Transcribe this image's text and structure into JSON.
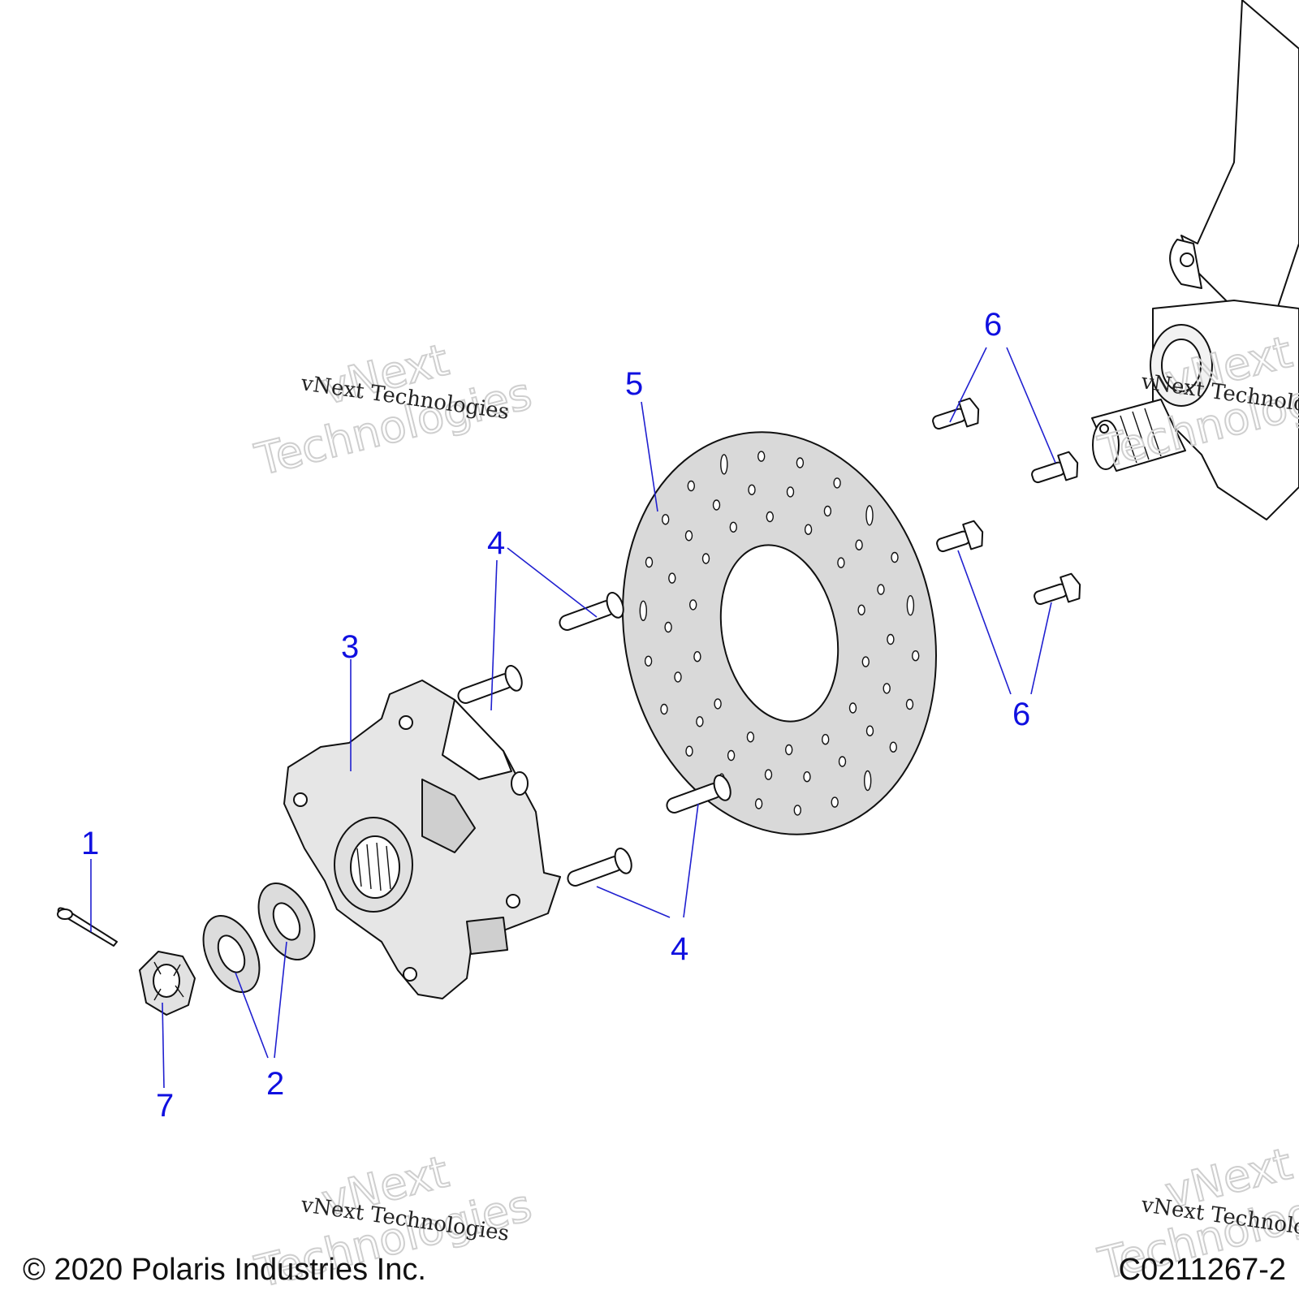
{
  "callouts": {
    "c1": "1",
    "c2": "2",
    "c3": "3",
    "c4a": "4",
    "c4b": "4",
    "c5": "5",
    "c6a": "6",
    "c6b": "6",
    "c7": "7"
  },
  "watermarks": {
    "small": "vNext Technologies",
    "big_line1": "vNext",
    "big_line2": "Technologies"
  },
  "footer": {
    "copyright": "© 2020 Polaris Industries Inc.",
    "drawing_code": "C0211267-2"
  },
  "colors": {
    "callout": "#1010e0",
    "part_fill": "#d9d9d9",
    "hub_fill": "#e6e6e6"
  }
}
